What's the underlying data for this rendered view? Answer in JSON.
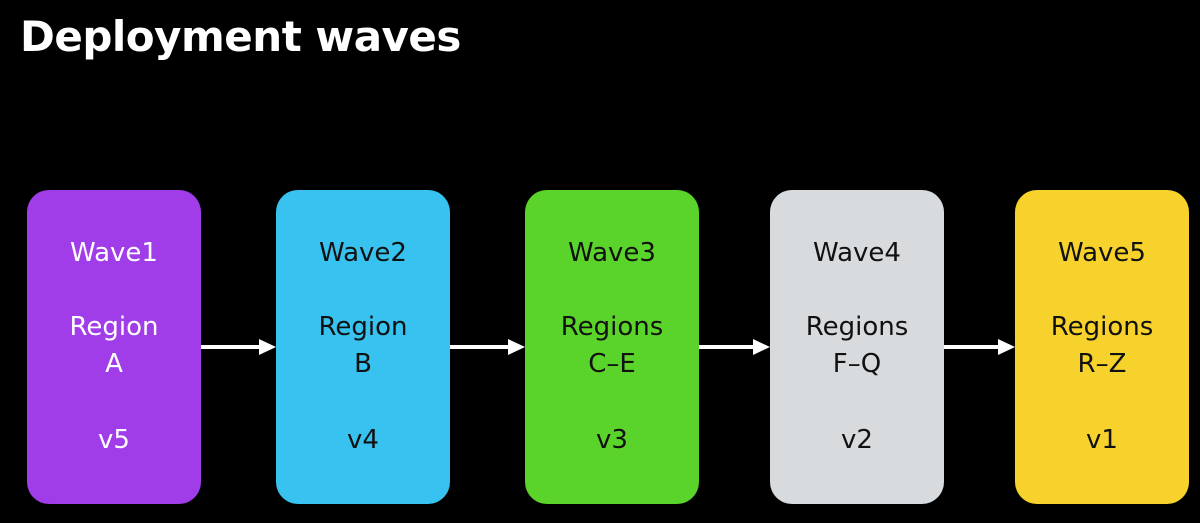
{
  "title": "Deployment waves",
  "waves": [
    {
      "name": "Wave1",
      "region_line1": "Region",
      "region_line2": "A",
      "version": "v5",
      "color": "#A03CE8",
      "text_color": "#ffffff"
    },
    {
      "name": "Wave2",
      "region_line1": "Region",
      "region_line2": "B",
      "version": "v4",
      "color": "#38C2EF",
      "text_color": "#111111"
    },
    {
      "name": "Wave3",
      "region_line1": "Regions",
      "region_line2": "C–E",
      "version": "v3",
      "color": "#5AD42A",
      "text_color": "#111111"
    },
    {
      "name": "Wave4",
      "region_line1": "Regions",
      "region_line2": "F–Q",
      "version": "v2",
      "color": "#D8DBDE",
      "text_color": "#111111"
    },
    {
      "name": "Wave5",
      "region_line1": "Regions",
      "region_line2": "R–Z",
      "version": "v1",
      "color": "#F7D22C",
      "text_color": "#111111"
    }
  ],
  "colors": {
    "background": "#000000",
    "arrow": "#ffffff"
  }
}
